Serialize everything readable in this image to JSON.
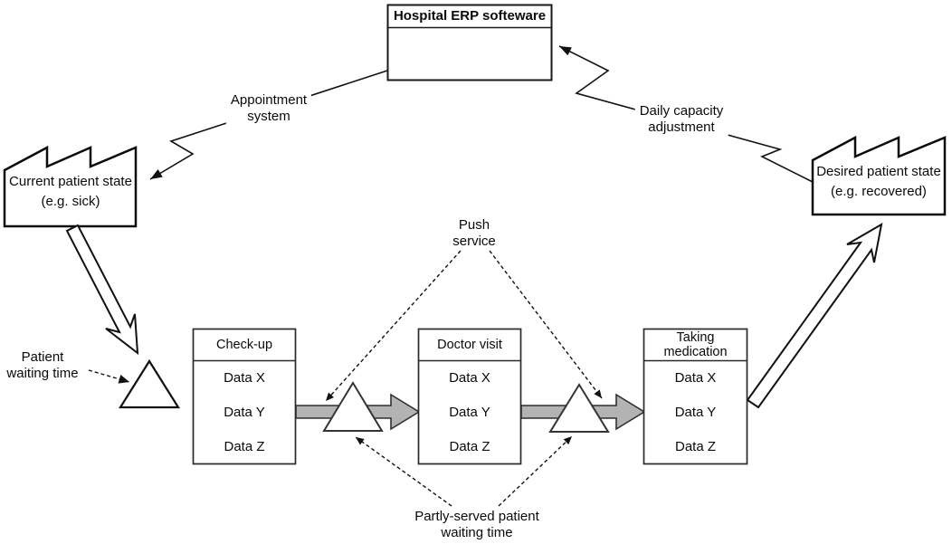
{
  "erp": {
    "title": "Hospital ERP softeware"
  },
  "factories": {
    "left": {
      "line1": "Current patient state",
      "line2": "(e.g. sick)"
    },
    "right": {
      "line1": "Desired patient state",
      "line2": "(e.g. recovered)"
    }
  },
  "flows": {
    "appointment": {
      "line1": "Appointment",
      "line2": "system"
    },
    "capacity": {
      "line1": "Daily capacity",
      "line2": "adjustment"
    },
    "push": {
      "line1": "Push",
      "line2": "service"
    },
    "patient_wait": {
      "line1": "Patient",
      "line2": "waiting time"
    },
    "partly_served": {
      "line1": "Partly-served patient",
      "line2": "waiting time"
    }
  },
  "processes": [
    {
      "title": "Check-up",
      "rows": [
        "Data X",
        "Data Y",
        "Data Z"
      ]
    },
    {
      "title": "Doctor visit",
      "rows": [
        "Data X",
        "Data Y",
        "Data Z"
      ]
    },
    {
      "title": "Taking medication",
      "rows": [
        "Data X",
        "Data Y",
        "Data Z"
      ]
    }
  ],
  "colors": {
    "push_arrow_fill": "#b3b3b3",
    "line": "#111111"
  }
}
